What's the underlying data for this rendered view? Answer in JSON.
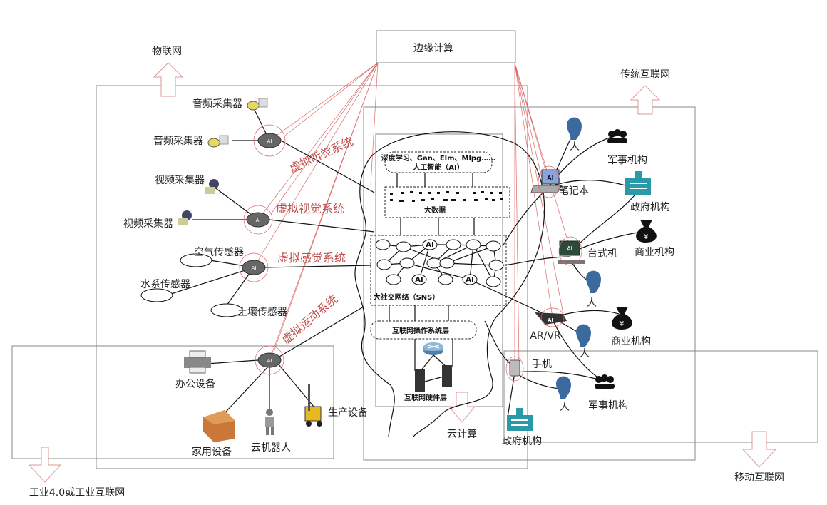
{
  "top": {
    "edge": "边缘计算",
    "iot": "物联网",
    "traditional": "传统互联网",
    "industrial": "工业4.0或工业互联网",
    "mobile": "移动互联网",
    "cloud": "云计算"
  },
  "systems": {
    "hearing": "虚拟听觉系统",
    "vision": "虚拟视觉系统",
    "sense": "虚拟感觉系统",
    "motion": "虚拟运动系统"
  },
  "left": {
    "audio1": "音频采集器",
    "audio2": "音频采集器",
    "video1": "视频采集器",
    "video2": "视频采集器",
    "air": "空气传感器",
    "water": "水系传感器",
    "soil": "土壤传感器",
    "office": "办公设备",
    "home": "家用设备",
    "robot": "云机器人",
    "production": "生产设备",
    "ai": "AI"
  },
  "cloud_layers": {
    "ai_sub": "深度学习、Gan、Elm、Mlpg……",
    "ai": "人工智能（AI）",
    "bigdata": "大数据",
    "sns": "大社交网络（SNS）",
    "os": "互联网操作系统层",
    "hardware": "互联网硬件层",
    "node_ai": "AI"
  },
  "right": {
    "person": "人",
    "military": "军事机构",
    "laptop": "笔记本",
    "government": "政府机构",
    "business": "商业机构",
    "desktop": "台式机",
    "arvr": "AR/VR",
    "phone": "手机"
  },
  "colors": {
    "accent": "#c0504d",
    "person": "#3d6a9e",
    "building": "#2a9aa8"
  }
}
